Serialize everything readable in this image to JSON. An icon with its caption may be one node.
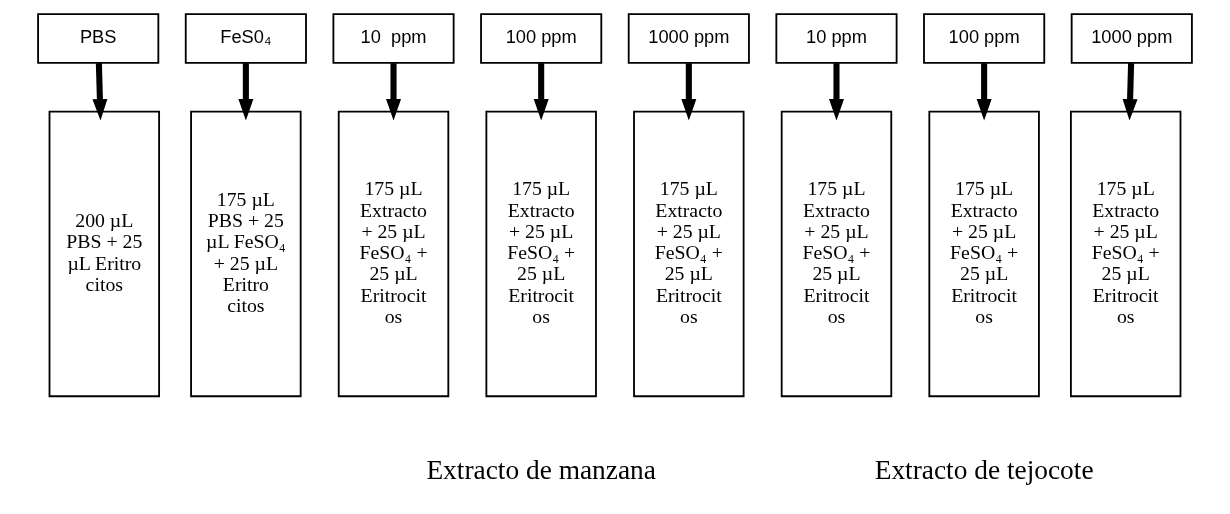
{
  "diagram": {
    "nodes": [
      {
        "text": [
          "PBS"
        ]
      },
      {
        "text": [
          "FeS0₄"
        ]
      },
      {
        "text": [
          "10  ppm"
        ]
      },
      {
        "text": [
          "100 ppm"
        ]
      },
      {
        "text": [
          "1000 ppm"
        ]
      },
      {
        "text": [
          "10 ppm"
        ]
      },
      {
        "text": [
          "100 ppm"
        ]
      },
      {
        "text": [
          "1000 ppm"
        ]
      },
      {
        "text": [
          "200 µL PBS + 25 µL Eritro citos"
        ]
      },
      {
        "text": [
          "175 µL PBS + 25 µL FeSO₄ + 25 µL Eritro citos"
        ]
      },
      {
        "text": [
          "175 µL Extracto + 25 µL FeSO₄ + 25 µL Eritrocit os"
        ]
      },
      {
        "text": [
          "175 µL Extracto + 25 µL FeSO₄ + 25 µL Eritrocit os"
        ]
      },
      {
        "text": [
          "175 µL Extracto + 25 µL FeSO₄ + 25 µL Eritrocit os"
        ]
      },
      {
        "text": [
          "175 µL Extracto + 25 µL FeSO₄ + 25 µL Eritrocit os"
        ]
      },
      {
        "text": [
          "175 µL Extracto + 25 µL FeSO₄ + 25 µL Eritrocit os"
        ]
      },
      {
        "text": [
          "175 µL Extracto + 25 µL FeSO₄ + 25 µL Eritrocit os"
        ]
      }
    ],
    "edges": [
      {
        "from": 0,
        "to": 8,
        "arrow": "to"
      },
      {
        "from": 1,
        "to": 9,
        "arrow": "to"
      },
      {
        "from": 2,
        "to": 10,
        "arrow": "to"
      },
      {
        "from": 3,
        "to": 11,
        "arrow": "to"
      },
      {
        "from": 4,
        "to": 12,
        "arrow": "to"
      },
      {
        "from": 5,
        "to": 13,
        "arrow": "to"
      },
      {
        "from": 6,
        "to": 14,
        "arrow": "to"
      },
      {
        "from": 7,
        "to": 15,
        "arrow": "to"
      }
    ],
    "labels": [
      "Extracto de manzana",
      "Extracto de tejocote"
    ]
  }
}
